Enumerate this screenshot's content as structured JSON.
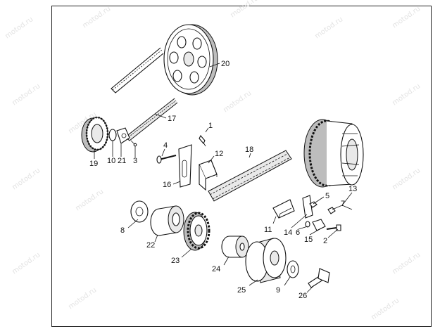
{
  "watermark": "motod.ru",
  "callouts": {
    "c1": "1",
    "c2": "2",
    "c3": "3",
    "c4": "4",
    "c5": "5",
    "c6": "6",
    "c7": "7",
    "c8": "8",
    "c9": "9",
    "c10": "10",
    "c11": "11",
    "c12": "12",
    "c13": "13",
    "c14": "14",
    "c15": "15",
    "c16": "16",
    "c17": "17",
    "c18": "18",
    "c19": "19",
    "c20": "20",
    "c21": "21",
    "c22": "22",
    "c23": "23",
    "c24": "24",
    "c25": "25",
    "c26": "26"
  }
}
